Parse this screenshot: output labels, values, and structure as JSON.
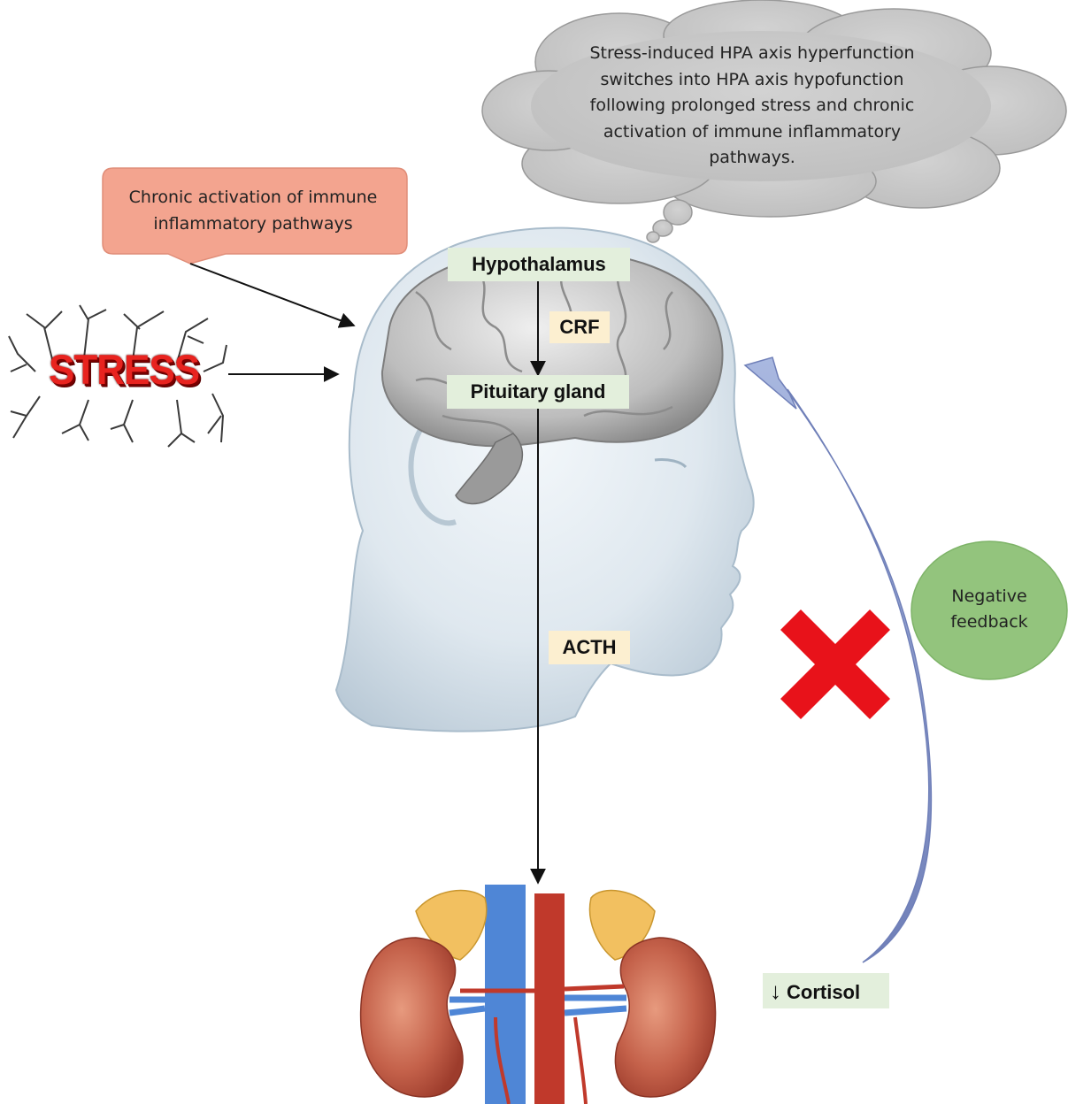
{
  "thought_cloud": {
    "lines": [
      "Stress-induced HPA axis hyperfunction",
      "switches into HPA axis hypofunction",
      "following prolonged stress and chronic",
      "activation of immune inflammatory",
      "pathways."
    ]
  },
  "callout": {
    "lines": [
      "Chronic activation of immune",
      "inflammatory pathways"
    ]
  },
  "stress_label": "STRESS",
  "hypothalamus": "Hypothalamus",
  "crf": "CRF",
  "pituitary": "Pituitary gland",
  "acth": "ACTH",
  "negative_feedback": {
    "lines": [
      "Negative",
      "feedback"
    ]
  },
  "cortisol": {
    "arrow": "↓",
    "label": "Cortisol"
  },
  "colors": {
    "cloud": "#c9c9c9",
    "callout": "#f2a08a",
    "feedback_circle": "#93c47d",
    "feedback_arrow": "#8496cc",
    "cross": "#e8121a",
    "label_green": "#e3efdc",
    "label_beige": "#fcefd0",
    "stress_red": "#e8231f"
  }
}
